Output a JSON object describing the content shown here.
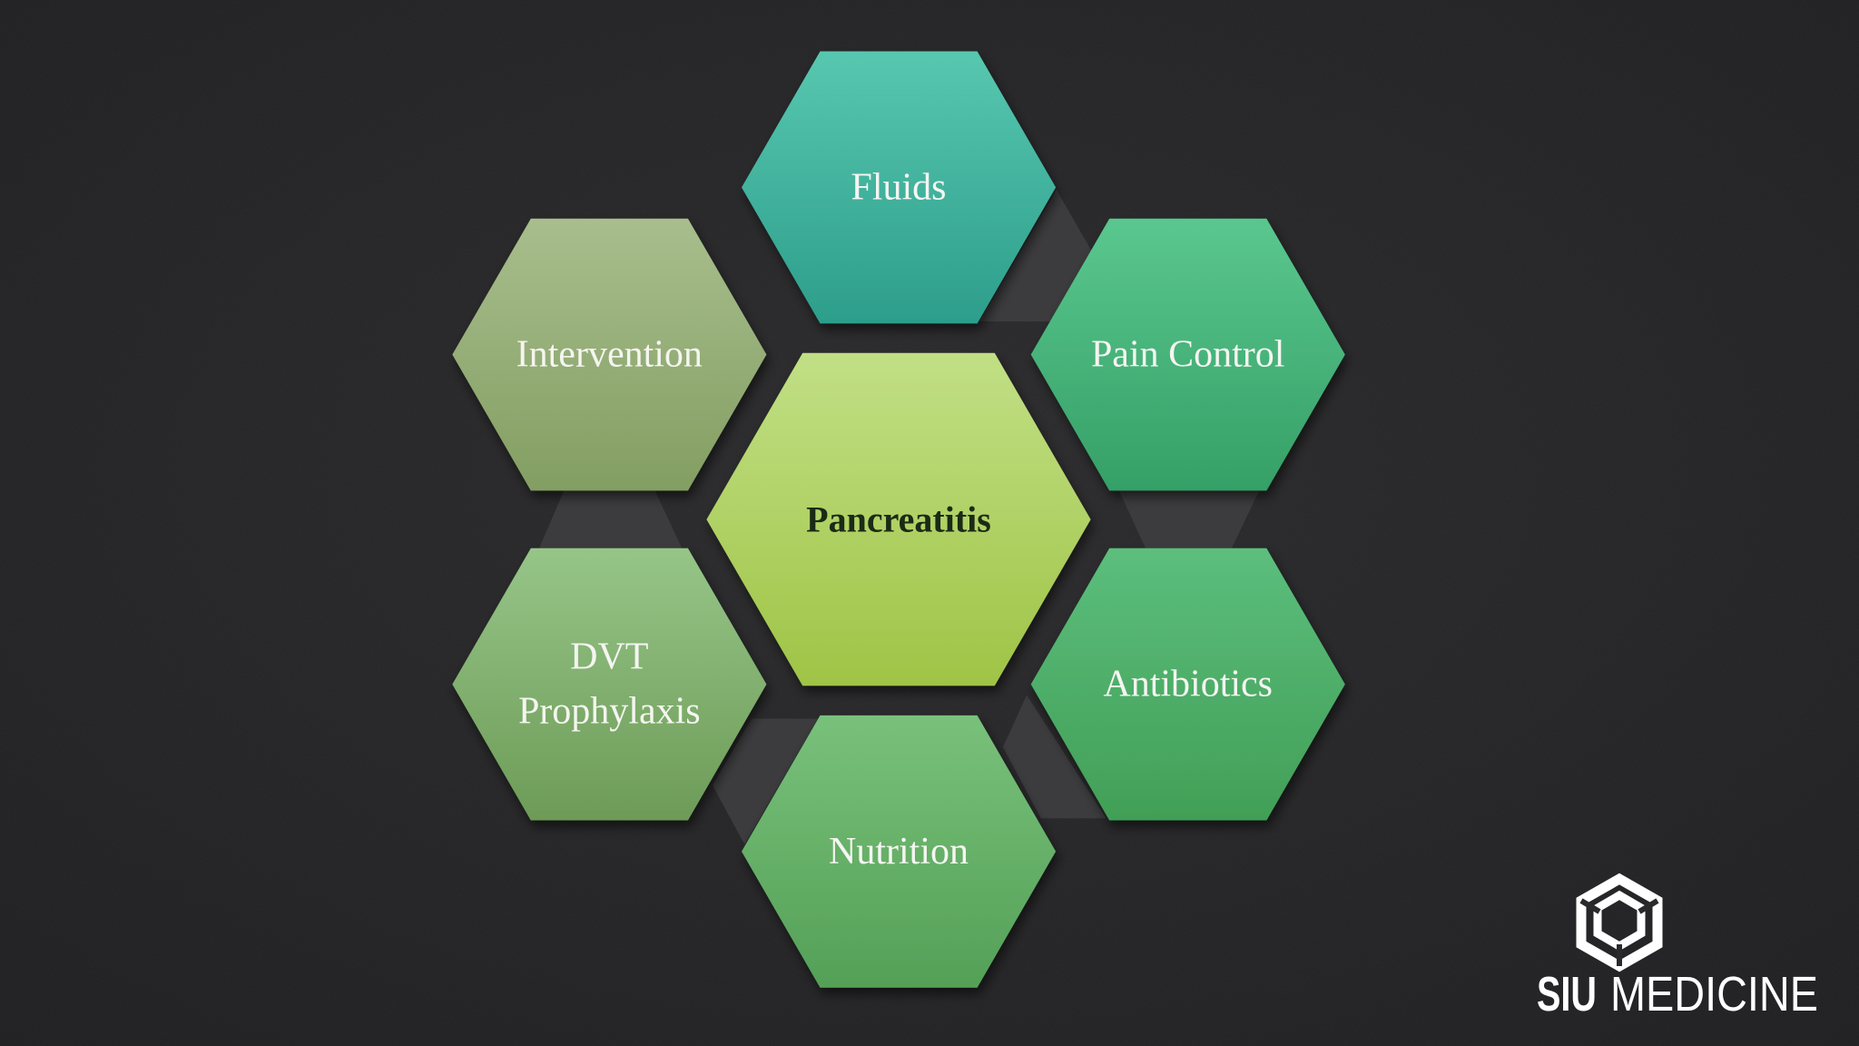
{
  "colors": {
    "background": "#2b2b2d",
    "background_edge": "#1f1f21",
    "connector": "#3c3c3e",
    "logo": "#ffffff"
  },
  "diagram": {
    "center": {
      "label": "Pancreatitis",
      "top_color": "#c1df85",
      "bottom_color": "#9fc446"
    },
    "nodes": [
      {
        "label": "Fluids",
        "top_color": "#58c7b0",
        "bottom_color": "#2c9e8b"
      },
      {
        "label": "Pain Control",
        "top_color": "#5ac78f",
        "bottom_color": "#35a066"
      },
      {
        "label": "Antibiotics",
        "top_color": "#5cbe7d",
        "bottom_color": "#419f56"
      },
      {
        "label": "Nutrition",
        "top_color": "#79c17b",
        "bottom_color": "#54a057"
      },
      {
        "lines": [
          "DVT",
          "Prophylaxis"
        ],
        "top_color": "#96c588",
        "bottom_color": "#6d9b57"
      },
      {
        "label": "Intervention",
        "top_color": "#a8be8d",
        "bottom_color": "#839e62"
      }
    ]
  },
  "logo": {
    "primary": "SIU",
    "secondary": "MEDICINE",
    "icon": "siu-hexagon-mark-icon"
  }
}
